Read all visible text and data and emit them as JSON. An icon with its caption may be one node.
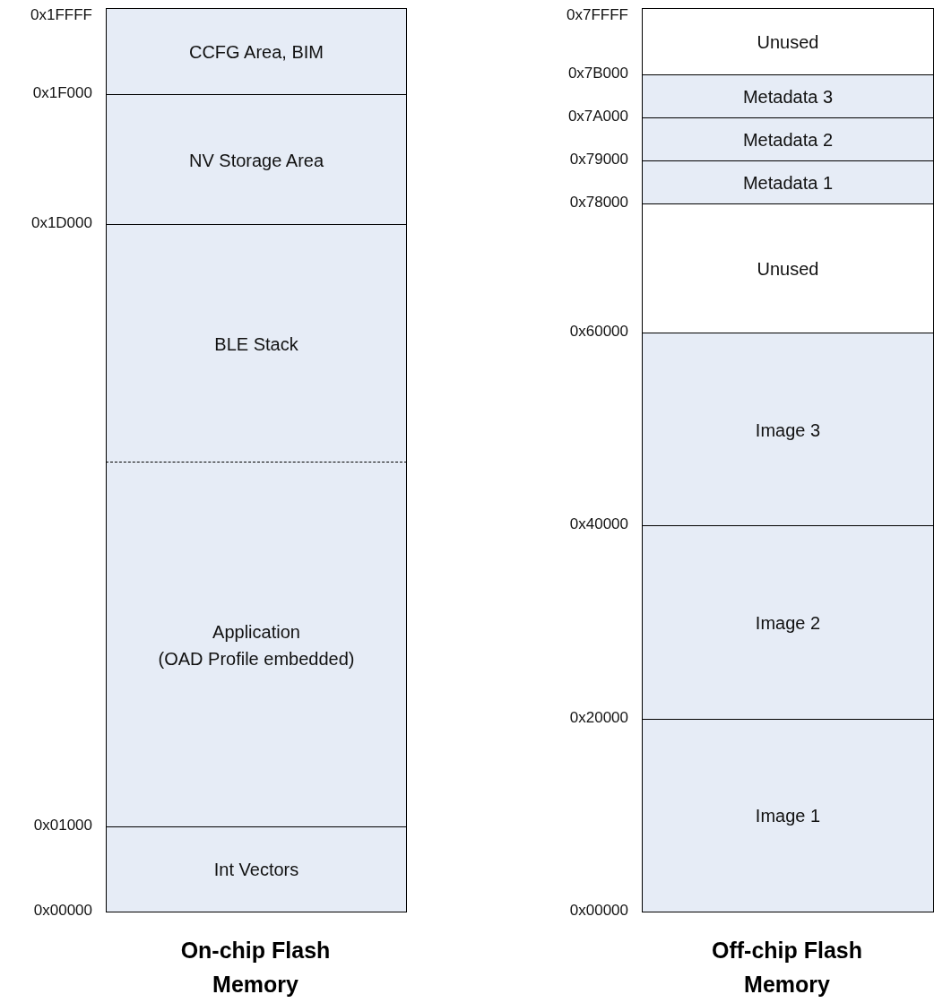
{
  "diagram": {
    "nodes": [
      {
        "text": [
          "CCFG Area, BIM"
        ]
      },
      {
        "text": [
          "NV Storage Area"
        ]
      },
      {
        "text": [
          "BLE Stack"
        ]
      },
      {
        "text": [
          "Application",
          "(OAD Profile embedded)"
        ]
      },
      {
        "text": [
          "Int Vectors"
        ]
      },
      {
        "text": [
          "Unused"
        ]
      },
      {
        "text": [
          "Metadata 3"
        ]
      },
      {
        "text": [
          "Metadata 2"
        ]
      },
      {
        "text": [
          "Metadata 1"
        ]
      },
      {
        "text": [
          "Unused"
        ]
      },
      {
        "text": [
          "Image 3"
        ]
      },
      {
        "text": [
          "Image 2"
        ]
      },
      {
        "text": [
          "Image 1"
        ]
      }
    ],
    "labels": [
      "0x1FFFF",
      "0x1F000",
      "0x1D000",
      "0x01000",
      "0x00000",
      "0x7FFFF",
      "0x7B000",
      "0x7A000",
      "0x79000",
      "0x78000",
      "0x60000",
      "0x40000",
      "0x20000",
      "0x00000",
      "On-chip Flash Memory",
      "Off-chip Flash Memory"
    ]
  }
}
